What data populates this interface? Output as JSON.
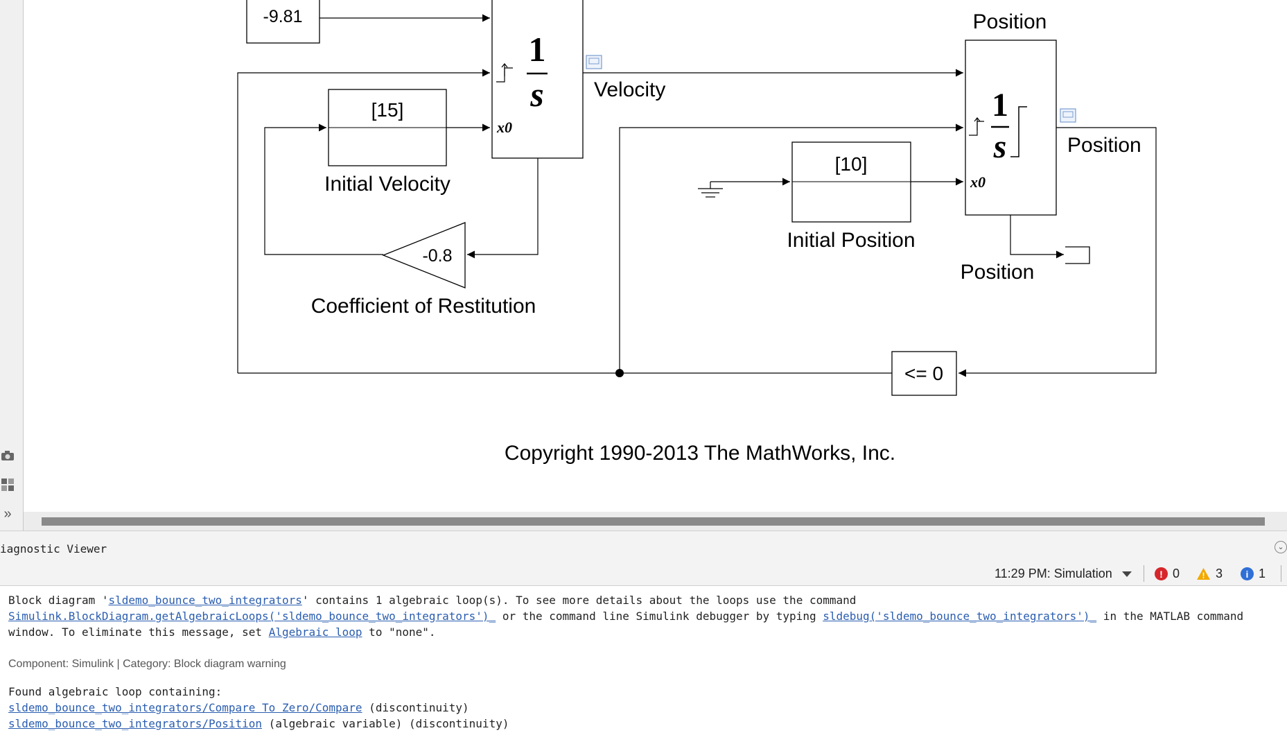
{
  "diagram": {
    "gravity_value": "-9.81",
    "velocity_integrator": {
      "num": "1",
      "den": "s",
      "x0": "x0"
    },
    "velocity_label": "Velocity",
    "initial_velocity": {
      "value": "[15]",
      "label": "Initial Velocity"
    },
    "coefficient": {
      "value": "-0.8",
      "label": "Coefficient of Restitution"
    },
    "position_integrator": {
      "title": "Position",
      "num": "1",
      "den": "s",
      "x0": "x0",
      "output_label": "Position"
    },
    "initial_position": {
      "value": "[10]",
      "label": "Initial Position"
    },
    "position_outport_label": "Position",
    "compare_value": "<= 0",
    "copyright": "Copyright 1990-2013 The MathWorks, Inc."
  },
  "diagnostic_viewer": {
    "title": "iagnostic Viewer",
    "timestamp_label": "11:29 PM: Simulation",
    "errors": "0",
    "warnings": "3",
    "infos": "1",
    "message": {
      "l1_pre": "Block diagram '",
      "l1_link": "sldemo_bounce_two_integrators",
      "l1_post": "' contains 1 algebraic loop(s). To see more details about the loops use the command",
      "l2_link1": "Simulink.BlockDiagram.getAlgebraicLoops('sldemo_bounce_two_integrators')_",
      "l2_mid": " or the command line Simulink debugger by typing ",
      "l2_link2": "sldebug('sldemo_bounce_two_integrators')_",
      "l2_post": " in the MATLAB command",
      "l3_pre": "window. To eliminate this message, set ",
      "l3_link": "Algebraic loop",
      "l3_post": " to \"none\"."
    },
    "component_line": "Component:  Simulink | Category:  Block diagram warning",
    "found_label": "Found algebraic loop containing:",
    "items": [
      {
        "link": "sldemo_bounce_two_integrators/Compare To Zero/Compare",
        "note": " (discontinuity)"
      },
      {
        "link": "sldemo_bounce_two_integrators/Position",
        "note": " (algebraic variable) (discontinuity)"
      }
    ]
  },
  "icons": [
    "camera-icon",
    "block-library-icon",
    "expand-chevrons-icon",
    "error-icon",
    "warning-icon",
    "info-icon",
    "collapse-icon",
    "ground-icon",
    "terminator-icon"
  ],
  "colors": {
    "error": "#d6262b",
    "warning": "#f2a900",
    "info": "#2f6fd6",
    "link": "#2a5db0"
  }
}
